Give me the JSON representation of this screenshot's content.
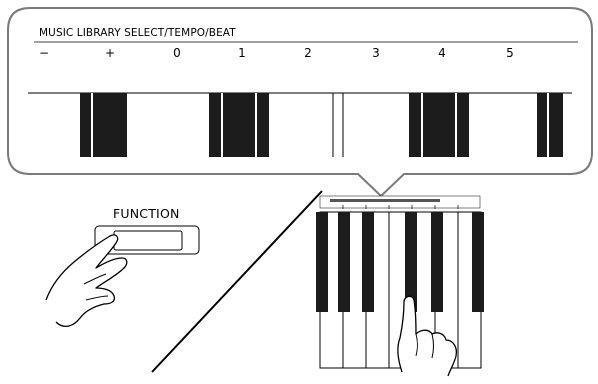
{
  "callout": {
    "section_title": "MUSIC LIBRARY  SELECT/TEMPO/BEAT",
    "key_labels": [
      "−",
      "+",
      "0",
      "1",
      "2",
      "3",
      "4",
      "5"
    ]
  },
  "function_button": {
    "label": "FUNCTION"
  }
}
